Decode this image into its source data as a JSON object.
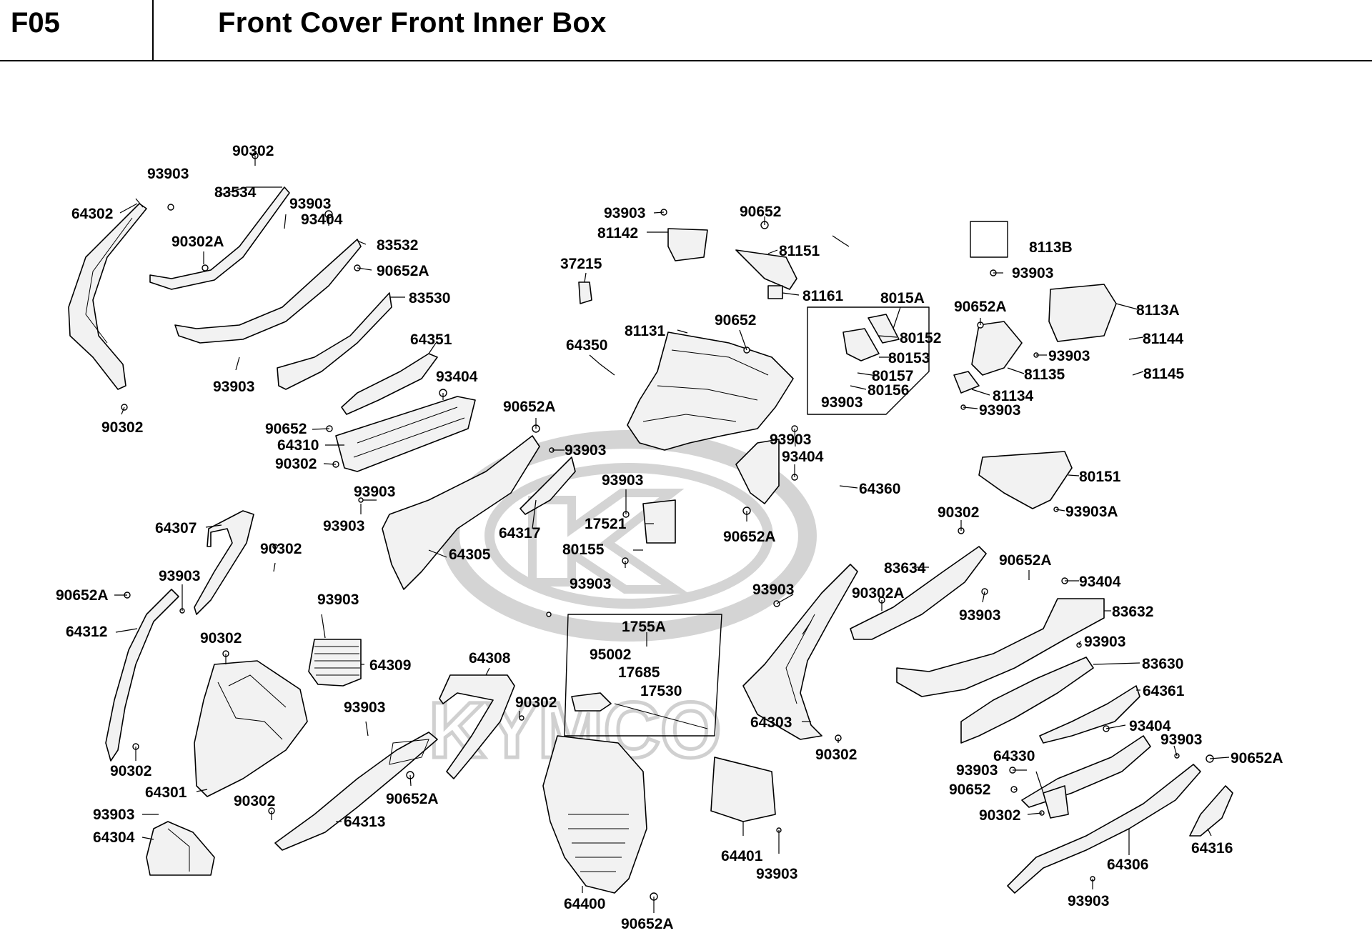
{
  "header": {
    "code": "F05",
    "title": "Front Cover  Front Inner Box"
  },
  "watermark": {
    "text": "KYMCO"
  },
  "callouts": [
    {
      "id": "c1",
      "text": "90302"
    },
    {
      "id": "c2",
      "text": "93903"
    },
    {
      "id": "c3",
      "text": "83534"
    },
    {
      "id": "c4",
      "text": "93903"
    },
    {
      "id": "c5",
      "text": "93404"
    },
    {
      "id": "c6",
      "text": "64302"
    },
    {
      "id": "c7",
      "text": "90302A"
    },
    {
      "id": "c8",
      "text": "83532"
    },
    {
      "id": "c9",
      "text": "90652A"
    },
    {
      "id": "c10",
      "text": "83530"
    },
    {
      "id": "c11",
      "text": "93903"
    },
    {
      "id": "c12",
      "text": "90302"
    },
    {
      "id": "c13",
      "text": "64351"
    },
    {
      "id": "c14",
      "text": "93404"
    },
    {
      "id": "c15",
      "text": "90652"
    },
    {
      "id": "c16",
      "text": "64310"
    },
    {
      "id": "c17",
      "text": "90302"
    },
    {
      "id": "c18",
      "text": "90652A"
    },
    {
      "id": "c19",
      "text": "93903"
    },
    {
      "id": "c20",
      "text": "93903"
    },
    {
      "id": "c21",
      "text": "93903"
    },
    {
      "id": "c22",
      "text": "64305"
    },
    {
      "id": "c23",
      "text": "64317"
    },
    {
      "id": "c24",
      "text": "64307"
    },
    {
      "id": "c25",
      "text": "90302"
    },
    {
      "id": "c26",
      "text": "93903"
    },
    {
      "id": "c27",
      "text": "90652A"
    },
    {
      "id": "c28",
      "text": "64312"
    },
    {
      "id": "c29",
      "text": "93903"
    },
    {
      "id": "c30",
      "text": "90302"
    },
    {
      "id": "c31",
      "text": "64309"
    },
    {
      "id": "c32",
      "text": "90302"
    },
    {
      "id": "c33",
      "text": "64301"
    },
    {
      "id": "c34",
      "text": "93903"
    },
    {
      "id": "c35",
      "text": "64304"
    },
    {
      "id": "c36",
      "text": "90302"
    },
    {
      "id": "c37",
      "text": "93903"
    },
    {
      "id": "c38",
      "text": "64313"
    },
    {
      "id": "c39",
      "text": "90652A"
    },
    {
      "id": "c40",
      "text": "64308"
    },
    {
      "id": "c41",
      "text": "90302"
    },
    {
      "id": "c42",
      "text": "93903"
    },
    {
      "id": "c43",
      "text": "81142"
    },
    {
      "id": "c44",
      "text": "37215"
    },
    {
      "id": "c45",
      "text": "90652"
    },
    {
      "id": "c46",
      "text": "81151"
    },
    {
      "id": "c47",
      "text": "81161"
    },
    {
      "id": "c48",
      "text": "64350"
    },
    {
      "id": "c49",
      "text": "81131"
    },
    {
      "id": "c50",
      "text": "90652"
    },
    {
      "id": "c51",
      "text": "93903"
    },
    {
      "id": "c52",
      "text": "93404"
    },
    {
      "id": "c53",
      "text": "64360"
    },
    {
      "id": "c54",
      "text": "90652A"
    },
    {
      "id": "c55",
      "text": "93903"
    },
    {
      "id": "c56",
      "text": "17521"
    },
    {
      "id": "c57",
      "text": "80155"
    },
    {
      "id": "c58",
      "text": "93903"
    },
    {
      "id": "c59",
      "text": "8015A"
    },
    {
      "id": "c60",
      "text": "80152"
    },
    {
      "id": "c61",
      "text": "80153"
    },
    {
      "id": "c62",
      "text": "80157"
    },
    {
      "id": "c63",
      "text": "80156"
    },
    {
      "id": "c64",
      "text": "93903"
    },
    {
      "id": "c65",
      "text": "8113B"
    },
    {
      "id": "c66",
      "text": "93903"
    },
    {
      "id": "c67",
      "text": "90652A"
    },
    {
      "id": "c68",
      "text": "8113A"
    },
    {
      "id": "c69",
      "text": "81144"
    },
    {
      "id": "c70",
      "text": "93903"
    },
    {
      "id": "c71",
      "text": "81135"
    },
    {
      "id": "c72",
      "text": "81145"
    },
    {
      "id": "c73",
      "text": "81134"
    },
    {
      "id": "c74",
      "text": "93903"
    },
    {
      "id": "c75",
      "text": "80151"
    },
    {
      "id": "c76",
      "text": "90302"
    },
    {
      "id": "c77",
      "text": "93903A"
    },
    {
      "id": "c78",
      "text": "1755A"
    },
    {
      "id": "c79",
      "text": "95002"
    },
    {
      "id": "c80",
      "text": "17685"
    },
    {
      "id": "c81",
      "text": "17530"
    },
    {
      "id": "c82",
      "text": "93903"
    },
    {
      "id": "c83",
      "text": "83634"
    },
    {
      "id": "c84",
      "text": "90302A"
    },
    {
      "id": "c85",
      "text": "90652A"
    },
    {
      "id": "c86",
      "text": "93404"
    },
    {
      "id": "c87",
      "text": "93903"
    },
    {
      "id": "c88",
      "text": "83632"
    },
    {
      "id": "c89",
      "text": "93903"
    },
    {
      "id": "c90",
      "text": "83630"
    },
    {
      "id": "c91",
      "text": "64361"
    },
    {
      "id": "c92",
      "text": "64303"
    },
    {
      "id": "c93",
      "text": "90302"
    },
    {
      "id": "c94",
      "text": "93404"
    },
    {
      "id": "c95",
      "text": "93903"
    },
    {
      "id": "c96",
      "text": "64330"
    },
    {
      "id": "c97",
      "text": "90652A"
    },
    {
      "id": "c98",
      "text": "93903"
    },
    {
      "id": "c99",
      "text": "90652"
    },
    {
      "id": "c100",
      "text": "90302"
    },
    {
      "id": "c101",
      "text": "64306"
    },
    {
      "id": "c102",
      "text": "64316"
    },
    {
      "id": "c103",
      "text": "93903"
    },
    {
      "id": "c104",
      "text": "64400"
    },
    {
      "id": "c105",
      "text": "90652A"
    },
    {
      "id": "c106",
      "text": "64401"
    },
    {
      "id": "c107",
      "text": "93903"
    }
  ]
}
